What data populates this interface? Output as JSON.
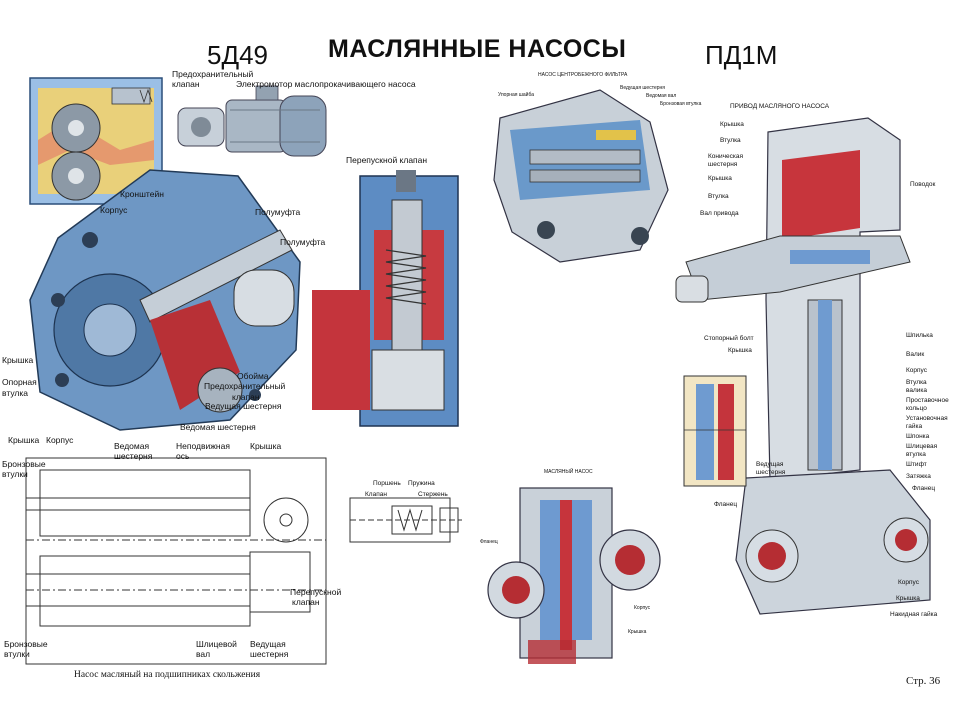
{
  "header": {
    "left_model": "5Д49",
    "title": "МАСЛЯННЫЕ НАСОСЫ",
    "right_model": "ПД1М"
  },
  "left_labels": {
    "safety_valve_1": "Предохранительный",
    "safety_valve_2": "клапан",
    "electric_motor": "Электромотор маслопрокачивающего насоса",
    "bracket": "Кронштейн",
    "body": "Корпус",
    "half_coupling_1": "Полумуфта",
    "half_coupling_2": "Полумуфта",
    "cover": "Крышка",
    "support_bushing_1": "Опорная",
    "support_bushing_2": "втулка",
    "cage": "Обойма",
    "safety_valve2_1": "Предохранительный",
    "safety_valve2_2": "клапан",
    "drive_gear": "Ведущая шестерня",
    "driven_gear": "Ведомая шестерня",
    "bypass_valve": "Перепускной клапан"
  },
  "bottom_left_labels": {
    "cover_1": "Крышка",
    "body": "Корпус",
    "driven_gear_1": "Ведомая",
    "driven_gear_2": "шестерня",
    "fixed_axis_1": "Неподвижная",
    "fixed_axis_2": "ось",
    "cover_2": "Крышка",
    "bronze_bushings_1a": "Бронзовые",
    "bronze_bushings_1b": "втулки",
    "bronze_bushings_2a": "Бронзовые",
    "bronze_bushings_2b": "втулки",
    "bypass_valve_1": "Перепускной",
    "bypass_valve_2": "клапан",
    "splined_shaft_1": "Шлицевой",
    "splined_shaft_2": "вал",
    "drive_gear_1": "Ведущая",
    "drive_gear_2": "шестерня",
    "piston": "Поршень",
    "spring": "Пружина",
    "valve": "Клапан",
    "rod": "Стержень",
    "caption": "Насос масляный на подшипниках скольжения"
  },
  "center_labels": {
    "filter_pump": "НАСОС ЦЕНТРОБЕЖНОГО ФИЛЬТРА",
    "drive_gear": "Ведущая шестерня",
    "driven_gear": "Ведомая вал",
    "bronze_bushing": "Бронзовая втулка",
    "support_washer": "Упорная шайба",
    "oil_pump": "МАСЛЯНЫЙ НАСОС",
    "body": "Корпус",
    "cover": "Крышка",
    "flange": "Фланец"
  },
  "right_labels": {
    "drive_title": "ПРИВОД МАСЛЯНОГО НАСОСА",
    "cover": "Крышка",
    "bushing": "Втулка",
    "bevel_gear_1": "Коническая",
    "bevel_gear_2": "шестерня",
    "cover2": "Крышка",
    "bushing2": "Втулка",
    "drive_shaft": "Вал привода",
    "driver": "Поводок",
    "stop_bolt": "Стопорный болт",
    "cover3": "Крышка",
    "pin": "Шпилька",
    "shaft": "Валик",
    "body": "Корпус",
    "shaft_bushing_1": "Втулка",
    "shaft_bushing_2": "валика",
    "spacer_ring_1": "Проставочное",
    "spacer_ring_2": "кольцо",
    "adjust_nut_1": "Установочная",
    "adjust_nut_2": "гайка",
    "key": "Шпонка",
    "spline_bushing_1": "Шлицевая",
    "spline_bushing_2": "втулка",
    "dowel": "Штифт",
    "tie": "Затяжка",
    "drive_gear_1": "Ведущая",
    "drive_gear_2": "шестерня",
    "flange": "Фланец",
    "flange2": "Фланец",
    "body2": "Корпус",
    "cover4": "Крышка",
    "cap_nut": "Накидная гайка"
  },
  "page_number": "Стр. 36",
  "colors": {
    "blue": "#5b8fc8",
    "light_blue": "#8fb8e0",
    "red": "#c0303a",
    "gray": "#b9c2cc",
    "dark": "#37414d",
    "yellow": "#e2c24a"
  }
}
